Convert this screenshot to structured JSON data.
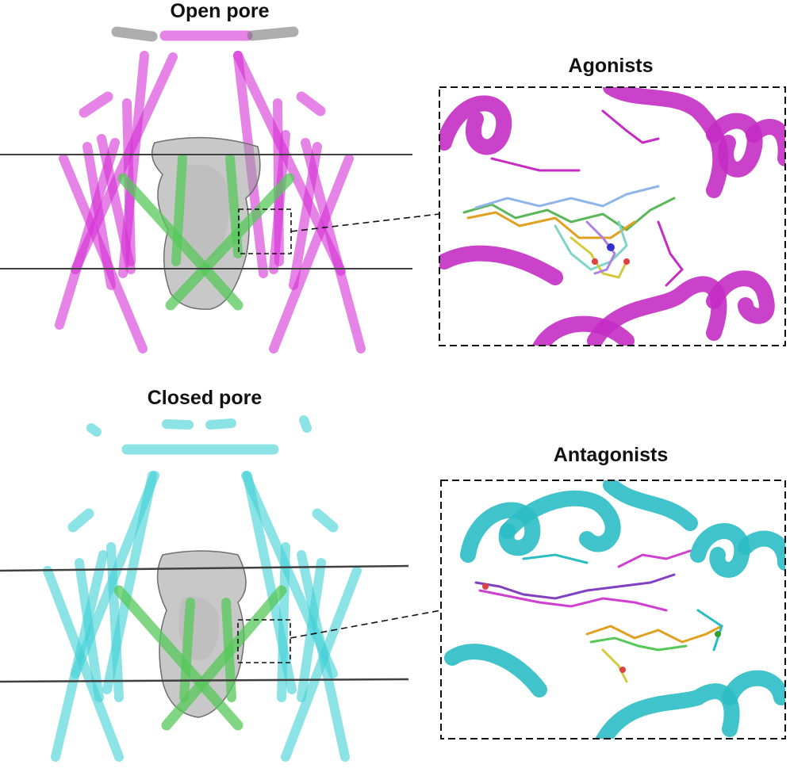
{
  "labels": {
    "open_pore": "Open pore",
    "agonists": "Agonists",
    "closed_pore": "Closed pore",
    "antagonists": "Antagonists"
  },
  "colors": {
    "magenta": "#d531d5",
    "cyan": "#3fd0d6",
    "green": "#55c85a",
    "gray": "#8c8c8c",
    "membrane": "#404040"
  }
}
